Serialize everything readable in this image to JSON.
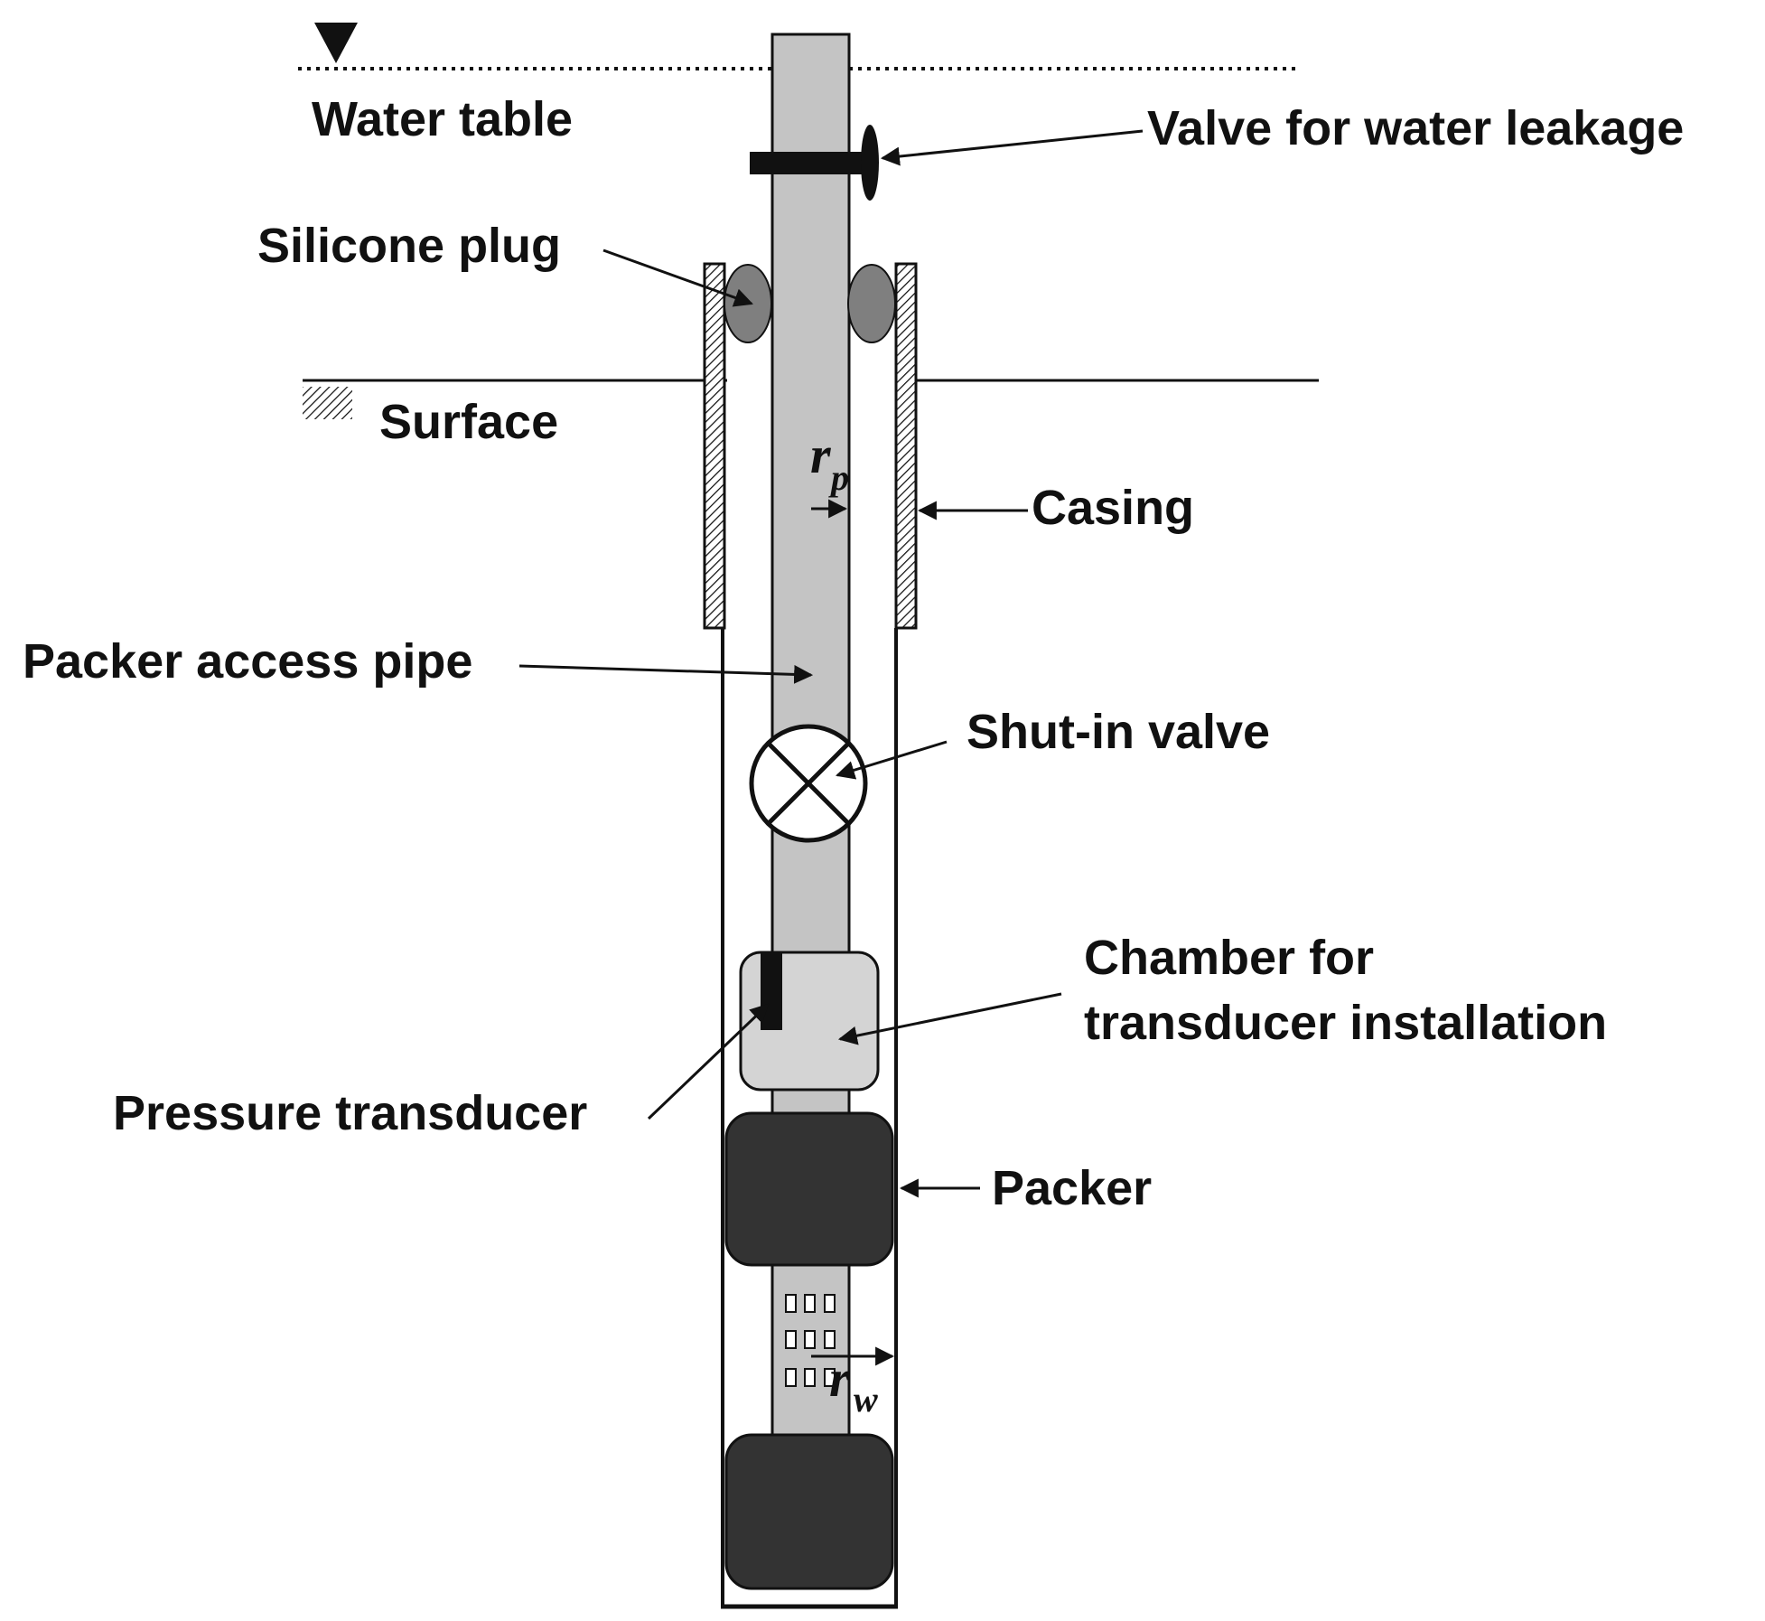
{
  "labels": {
    "water_table": "Water table",
    "valve_leakage": "Valve for water leakage",
    "silicone_plug": "Silicone plug",
    "surface": "Surface",
    "casing": "Casing",
    "packer_access_pipe": "Packer access pipe",
    "shut_in_valve": "Shut-in valve",
    "chamber_line1": "Chamber for",
    "chamber_line2": "transducer installation",
    "pressure_transducer": "Pressure transducer",
    "packer": "Packer"
  },
  "symbols": {
    "rp_main": "r",
    "rp_sub": "p",
    "rw_main": "r",
    "rw_sub": "w"
  },
  "colors": {
    "pipe": "#c4c4c4",
    "packer": "#333333",
    "plug": "#7f7f7f",
    "chamber": "#d4d4d4",
    "line": "#111111"
  }
}
